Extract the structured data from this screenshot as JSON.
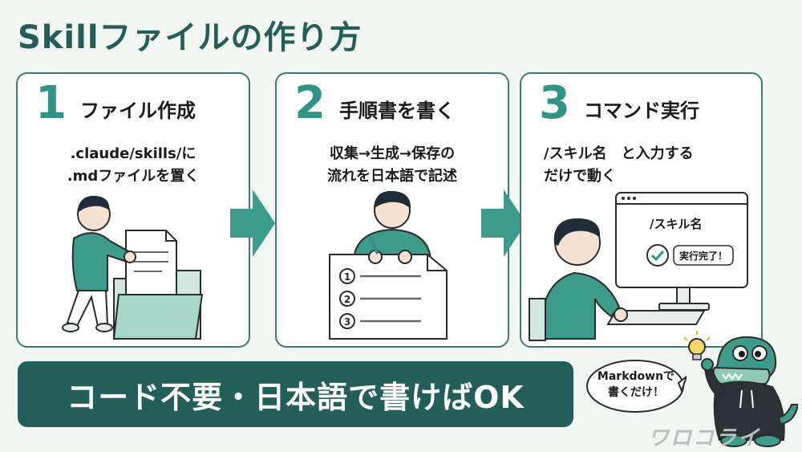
{
  "title": "Skillファイルの作り方",
  "steps": [
    {
      "number": "1",
      "heading": "ファイル作成",
      "desc": [
        ".claude/skills/に",
        ".mdファイルを置く"
      ]
    },
    {
      "number": "2",
      "heading": "手順書を書く",
      "desc": [
        "収集→生成→保存の",
        "流れを日本語で記述"
      ],
      "list_numbers": [
        "1",
        "2",
        "3"
      ]
    },
    {
      "number": "3",
      "heading": "コマンド実行",
      "desc": [
        "/スキル名　と入力する",
        "だけで動く"
      ],
      "screen_command": "/スキル名",
      "screen_status": "実行完了！"
    }
  ],
  "banner": "コード不要・日本語で書けばOK",
  "bubble": [
    "Markdownで",
    "書くだけ！"
  ],
  "logo": "ワロコライ",
  "colors": {
    "accent": "#2f9486",
    "dark": "#245e58",
    "fill": "#3d9b8c",
    "light": "#cfe7df"
  }
}
